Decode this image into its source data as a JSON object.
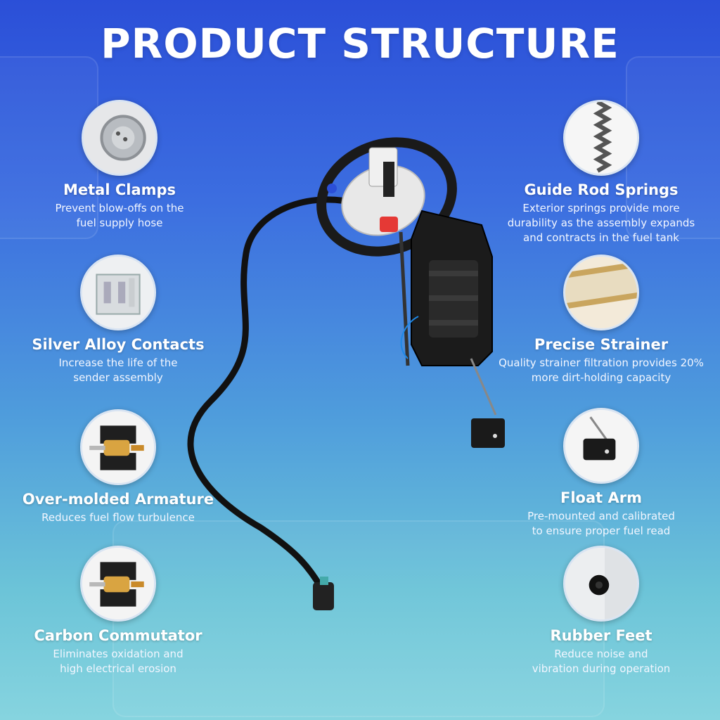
{
  "header": {
    "title": "PRODUCT STRUCTURE"
  },
  "features": {
    "metal_clamps": {
      "title": "Metal Clamps",
      "desc_1": "Prevent blow-offs on the",
      "desc_2": "fuel supply hose",
      "icon": "metal-clamp-icon"
    },
    "silver_alloy": {
      "title": "Silver Alloy Contacts",
      "desc_1": "Increase the life of the",
      "desc_2": "sender assembly",
      "icon": "contacts-icon"
    },
    "armature": {
      "title": "Over-molded Armature",
      "desc_1": "Reduces fuel flow turbulence",
      "icon": "armature-icon"
    },
    "commutator": {
      "title": "Carbon Commutator",
      "desc_1": "Eliminates oxidation and",
      "desc_2": "high electrical erosion",
      "icon": "commutator-icon"
    },
    "guide_rod": {
      "title": "Guide Rod Springs",
      "desc_1": "Exterior springs provide more",
      "desc_2": "durability as the assembly expands",
      "desc_3": "and contracts in the fuel tank",
      "icon": "spring-icon"
    },
    "strainer": {
      "title": "Precise Strainer",
      "desc_1": "Quality strainer filtration provides 20%",
      "desc_2": "more dirt-holding capacity",
      "icon": "strainer-icon"
    },
    "float_arm": {
      "title": "Float Arm",
      "desc_1": "Pre-mounted and calibrated",
      "desc_2": "to ensure proper fuel read",
      "icon": "float-arm-icon"
    },
    "rubber_feet": {
      "title": "Rubber Feet",
      "desc_1": "Reduce noise and",
      "desc_2": "vibration during operation",
      "icon": "rubber-foot-icon"
    }
  },
  "colors": {
    "accent_red": "#e53935",
    "accent_blue": "#2b4fd8",
    "brass": "#d9a441"
  }
}
